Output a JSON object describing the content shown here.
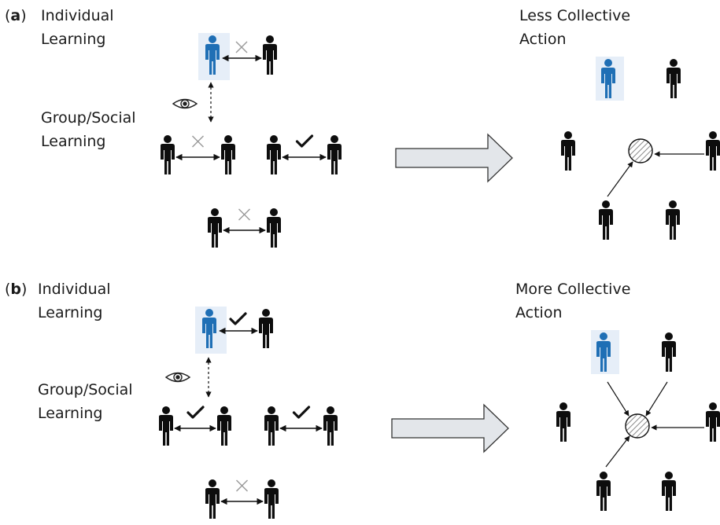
{
  "colors": {
    "highlight": "#1f6fb5",
    "highlight_bg": "#e6eef8",
    "person": "#0d0d0d",
    "cross": "#9a9a9a",
    "arrow_fill": "#e3e6ea",
    "arrow_stroke": "#333333"
  },
  "panel_a": {
    "tag_open": "(",
    "tag_letter": "a",
    "tag_close": ")",
    "individual_line1": "Individual",
    "individual_line2": "Learning",
    "group_line1": "Group/Social",
    "group_line2": "Learning",
    "outcome_line1": "Less Collective",
    "outcome_line2": "Action",
    "pair_outcomes": [
      "cross",
      "cross",
      "check",
      "cross"
    ]
  },
  "panel_b": {
    "tag_open": "(",
    "tag_letter": "b",
    "tag_close": ")",
    "individual_line1": "Individual",
    "individual_line2": "Learning",
    "group_line1": "Group/Social",
    "group_line2": "Learning",
    "outcome_line1": "More Collective",
    "outcome_line2": "Action",
    "pair_outcomes": [
      "check",
      "check",
      "check",
      "cross"
    ]
  },
  "icons": [
    "person-icon",
    "eye-icon",
    "check-icon",
    "cross-icon",
    "hatched-resource-icon",
    "big-arrow-icon"
  ]
}
